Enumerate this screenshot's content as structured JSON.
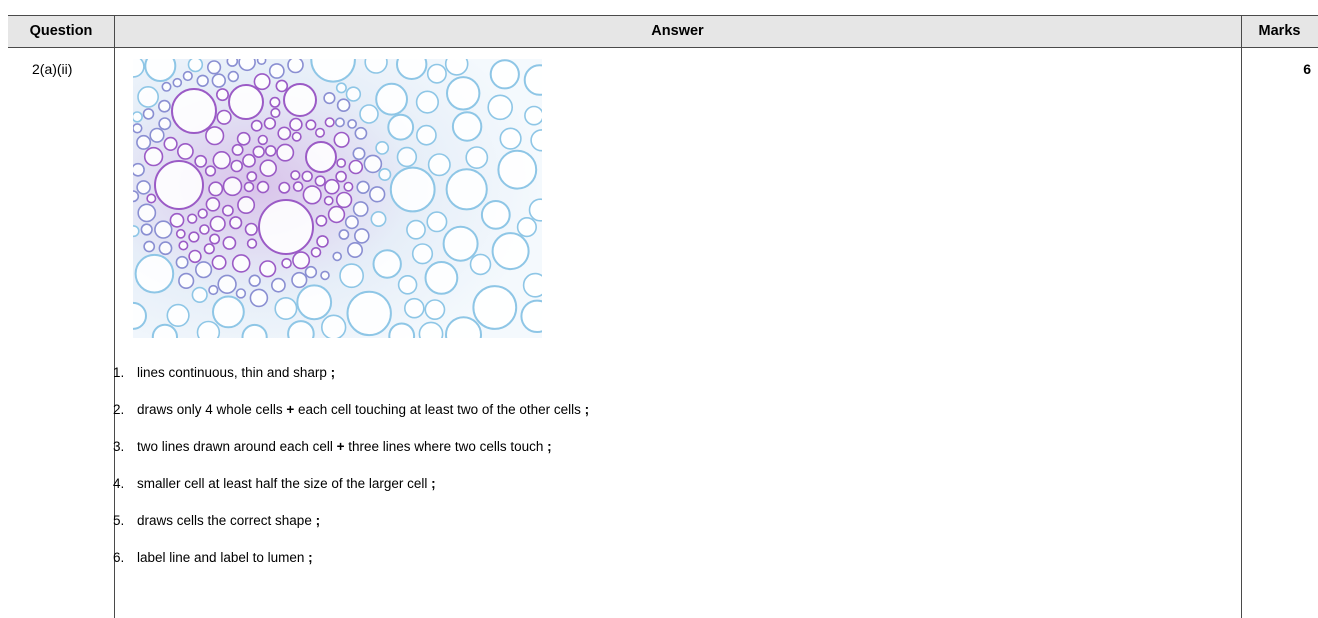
{
  "header": {
    "question": "Question",
    "answer": "Answer",
    "marks": "Marks"
  },
  "row": {
    "question": "2(a)(ii)",
    "marks": "6",
    "points": [
      {
        "num": "1.",
        "parts": [
          "lines continuous, thin and sharp",
          " ;"
        ]
      },
      {
        "num": "2.",
        "parts": [
          "draws only 4 whole cells",
          " + ",
          "each cell touching at least two of the other cells",
          " ;"
        ]
      },
      {
        "num": "3.",
        "parts": [
          "two lines drawn around each cell",
          " + ",
          "three lines where two cells touch",
          " ;"
        ]
      },
      {
        "num": "4.",
        "parts": [
          "smaller cell at least half the size of the larger cell",
          " ;"
        ]
      },
      {
        "num": "5.",
        "parts": [
          "draws cells the correct shape",
          " ;"
        ]
      },
      {
        "num": "6.",
        "parts": [
          "label line and label to lumen",
          " ;"
        ]
      }
    ]
  },
  "colors": {
    "header_bg": "#e6e6e6",
    "rule": "#4a4a4a",
    "stain_purple": "#9b5bc6",
    "stain_blue": "#8ec6e6"
  }
}
